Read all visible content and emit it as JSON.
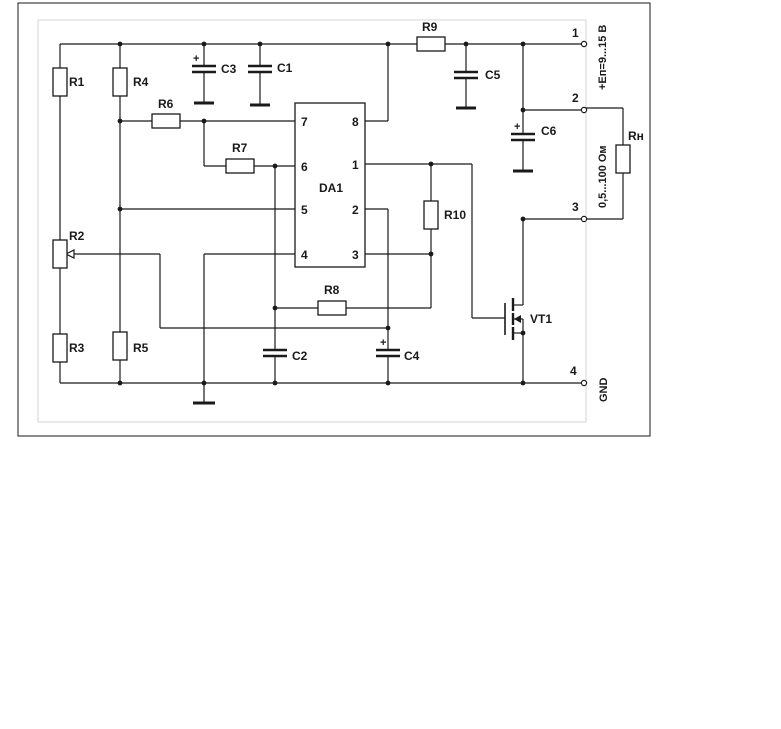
{
  "components": {
    "r1": "R1",
    "r2": "R2",
    "r3": "R3",
    "r4": "R4",
    "r5": "R5",
    "r6": "R6",
    "r7": "R7",
    "r8": "R8",
    "r9": "R9",
    "r10": "R10",
    "c1": "C1",
    "c2": "C2",
    "c3": "C3",
    "c4": "C4",
    "c5": "C5",
    "c6": "C6",
    "da1": "DA1",
    "vt1": "VT1",
    "rn": "Rн"
  },
  "ic_pins": {
    "p1": "1",
    "p2": "2",
    "p3": "3",
    "p4": "4",
    "p5": "5",
    "p6": "6",
    "p7": "7",
    "p8": "8"
  },
  "terminals": {
    "t1": "1",
    "t2": "2",
    "t3": "3",
    "t4": "4"
  },
  "terminal_labels": {
    "supply": "+Eп=9...15 В",
    "load_range": "0,5...100 Ом",
    "ground": "GND"
  },
  "polarity": {
    "plus": "+"
  }
}
